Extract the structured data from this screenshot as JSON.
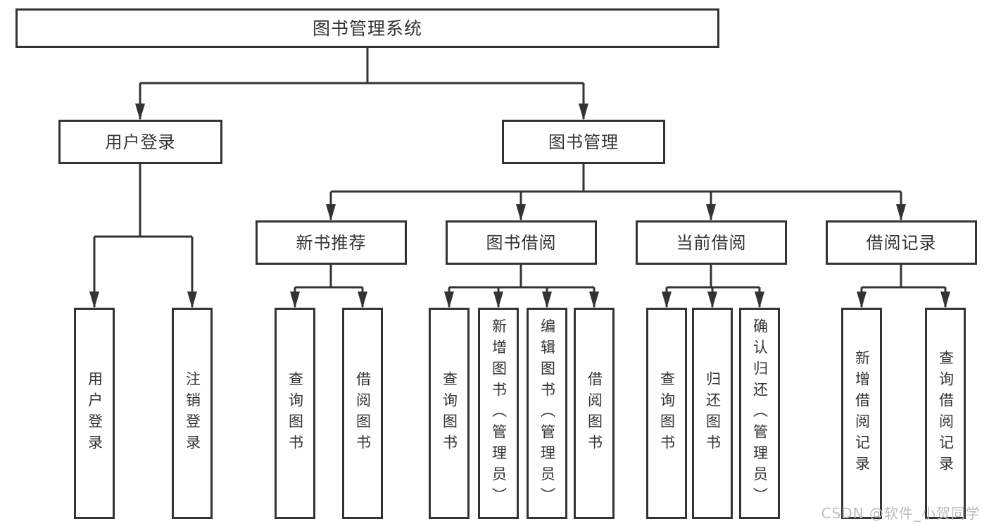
{
  "diagram": {
    "type": "tree",
    "root": {
      "label": "图书管理系统"
    },
    "branches": [
      {
        "label": "用户登录",
        "children": [
          {
            "label": "用户登录"
          },
          {
            "label": "注销登录"
          }
        ]
      },
      {
        "label": "图书管理",
        "children": [
          {
            "label": "新书推荐",
            "children": [
              {
                "label": "查询图书"
              },
              {
                "label": "借阅图书"
              }
            ]
          },
          {
            "label": "图书借阅",
            "children": [
              {
                "label": "查询图书"
              },
              {
                "label": "新增图书（管理员）"
              },
              {
                "label": "编辑图书（管理员）"
              },
              {
                "label": "借阅图书"
              }
            ]
          },
          {
            "label": "当前借阅",
            "children": [
              {
                "label": "查询图书"
              },
              {
                "label": "归还图书"
              },
              {
                "label": "确认归还（管理员）"
              }
            ]
          },
          {
            "label": "借阅记录",
            "children": [
              {
                "label": "新增借阅记录"
              },
              {
                "label": "查询借阅记录"
              }
            ]
          }
        ]
      }
    ]
  },
  "watermark": {
    "text": "CSDN @软件_小贺同学"
  },
  "colors": {
    "line": "#333333",
    "text": "#333333",
    "box_fill": "#ffffff",
    "background": "#ffffff",
    "watermark": "#bcbcbc"
  }
}
